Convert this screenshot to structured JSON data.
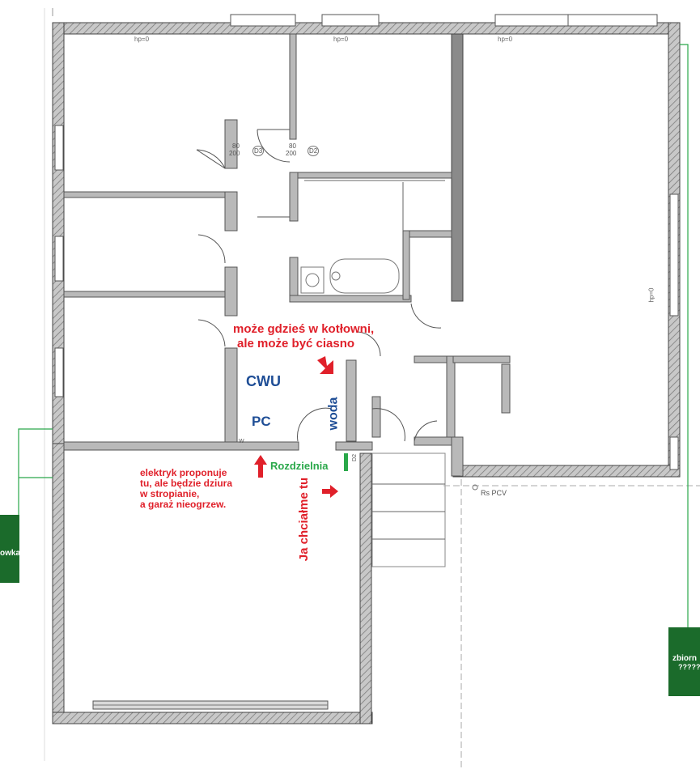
{
  "plan": {
    "hp_labels": [
      "hp=0",
      "hp=0",
      "hp=0",
      "hp=0"
    ],
    "door_dims": [
      {
        "w": "80",
        "h": "200",
        "tag": "D3"
      },
      {
        "w": "80",
        "h": "200",
        "tag": "D2"
      }
    ],
    "rs_label": "Rs PCV",
    "small_tags": [
      "W",
      "D2"
    ]
  },
  "annotations": {
    "kotlownia_line1": "może gdzieś w kotłowni,",
    "kotlownia_line2": "ale może być ciasno",
    "cwu": "CWU",
    "pc": "PC",
    "woda": "woda",
    "rozdzielnia": "Rozdzielnia",
    "elektryk_line1": "elektryk proponuje",
    "elektryk_line2": "tu, ale będzie dziura",
    "elektryk_line3": "w stropianie,",
    "elektryk_line4": "a garaż nieogrzew.",
    "ja_chcialme": "Ja chciałme tu"
  },
  "side_boxes": {
    "left_label": "owka",
    "right_label_line1": "zbiorn",
    "right_label_line2": "?????"
  },
  "colors": {
    "annotation_red": "#e0202a",
    "annotation_blue": "#1f4e96",
    "annotation_green": "#2aa84a",
    "box_green": "#1b6b2b"
  }
}
